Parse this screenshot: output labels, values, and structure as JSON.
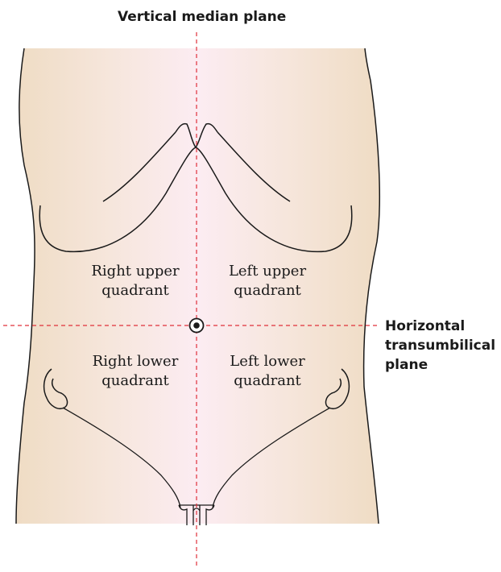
{
  "planes": {
    "vertical": "Vertical median plane",
    "horizontal": "Horizontal\ntransumbilical\nplane"
  },
  "quadrants": {
    "right_upper": "Right upper\nquadrant",
    "left_upper": "Left upper\nquadrant",
    "right_lower": "Right lower\nquadrant",
    "left_lower": "Left lower\nquadrant"
  },
  "colors": {
    "skin": "#f2e1cc",
    "skin_center": "#fbeaf0",
    "outline": "#1a1a1a",
    "plane_line": "#e0303a"
  }
}
